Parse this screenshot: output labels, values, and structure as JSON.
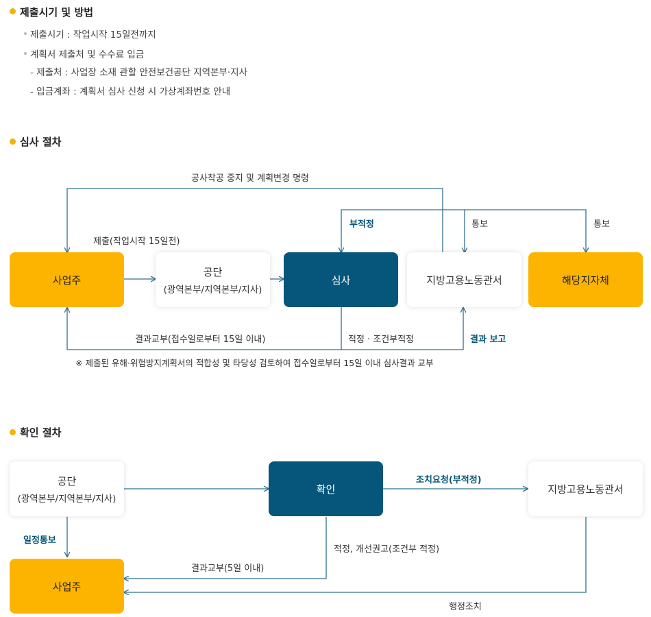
{
  "submission": {
    "title": "제출시기 및 방법",
    "items": [
      "제출시기 : 작업시작 15일전까지",
      "계획서 제출처 및 수수료 입금"
    ],
    "subitems": [
      "- 제출처 : 사업장 소재 관할 안전보건공단 지역본부·지사",
      "- 입금계좌 : 계획서 심사 신청 시 가상계좌번호 안내"
    ]
  },
  "review": {
    "title": "심사 절차",
    "nodes": {
      "owner": "사업주",
      "agency": "공단",
      "agency_sub": "(광역본부/지역본부/지사)",
      "review": "심사",
      "labor_office": "지방고용노동관서",
      "local_gov": "해당지자체"
    },
    "labels": {
      "stop_order": "공사착공 중지 및 계획변경 명령",
      "submit": "제출(작업시작 15일전)",
      "unsuitable": "부적정",
      "notify1": "통보",
      "notify2": "통보",
      "result_issue": "결과교부(접수일로부터 15일 이내)",
      "suitable": "적정 · 조건부적정",
      "report": "결과 보고"
    },
    "note": "※ 제출된 유해·위험방지계획서의 적합성 및 타당성 검토하여 접수일로부터 15일 이내 심사결과 교부"
  },
  "confirm": {
    "title": "확인 절차",
    "nodes": {
      "agency": "공단",
      "agency_sub": "(광역본부/지역본부/지사)",
      "confirm": "확인",
      "labor_office": "지방고용노동관서",
      "owner": "사업주"
    },
    "labels": {
      "action_request": "조치요청(부적정)",
      "schedule_notice": "일정통보",
      "suitable": "적정, 개선권고(조건부 적정)",
      "result_issue": "결과교부(5일 이내)",
      "admin_action": "행정조치"
    }
  },
  "colors": {
    "accent_yellow": "#fdb400",
    "navy": "#05567a",
    "line": "#2f6f8f"
  }
}
